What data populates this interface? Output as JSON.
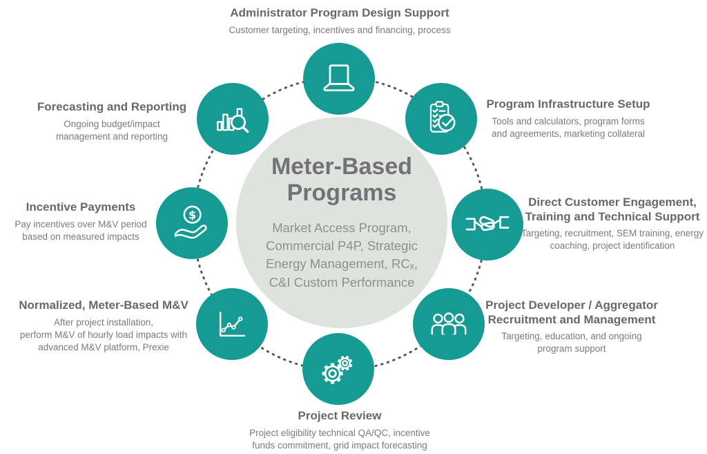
{
  "center": {
    "title": "Meter-Based\nPrograms",
    "subtitle": "Market Access Program,\nCommercial P4P, Strategic\nEnergy Management, RCₓ,\nC&I Custom Performance"
  },
  "nodes": [
    {
      "id": "administrator-program-design-support",
      "icon": "laptop-icon",
      "heading": "Administrator Program Design Support",
      "description": "Customer targeting, incentives and financing, process"
    },
    {
      "id": "program-infrastructure-setup",
      "icon": "clipboard-checklist-icon",
      "heading": "Program Infrastructure Setup",
      "description": "Tools and calculators, program forms\nand agreements, marketing collateral"
    },
    {
      "id": "direct-customer-engagement",
      "icon": "handshake-icon",
      "heading": "Direct Customer Engagement,\nTraining and Technical Support",
      "description": "Targeting, recruitment, SEM training, energy\ncoaching, project identification"
    },
    {
      "id": "project-developer-aggregator",
      "icon": "people-group-icon",
      "heading": "Project Developer / Aggregator\nRecruitment and Management",
      "description": "Targeting, education, and ongoing\nprogram support"
    },
    {
      "id": "project-review",
      "icon": "gears-icon",
      "heading": "Project Review",
      "description": "Project eligibility technical QA/QC, incentive\nfunds commitment, grid impact forecasting"
    },
    {
      "id": "normalized-meter-based-mv",
      "icon": "line-chart-icon",
      "heading": "Normalized, Meter-Based M&V",
      "description": "After project installation,\nperform M&V of hourly load impacts with\nadvanced M&V platform, Prexie"
    },
    {
      "id": "incentive-payments",
      "icon": "dollar-hand-icon",
      "heading": "Incentive Payments",
      "description": "Pay incentives over M&V period\nbased on measured impacts"
    },
    {
      "id": "forecasting-and-reporting",
      "icon": "bar-chart-magnifier-icon",
      "heading": "Forecasting and Reporting",
      "description": "Ongoing budget/impact\nmanagement and reporting"
    }
  ],
  "colors": {
    "teal": "#169a94",
    "center_circle": "#dfe3dd",
    "heading_text": "#66686b",
    "body_text": "#787a7d",
    "dotted_ring": "#54565a"
  }
}
